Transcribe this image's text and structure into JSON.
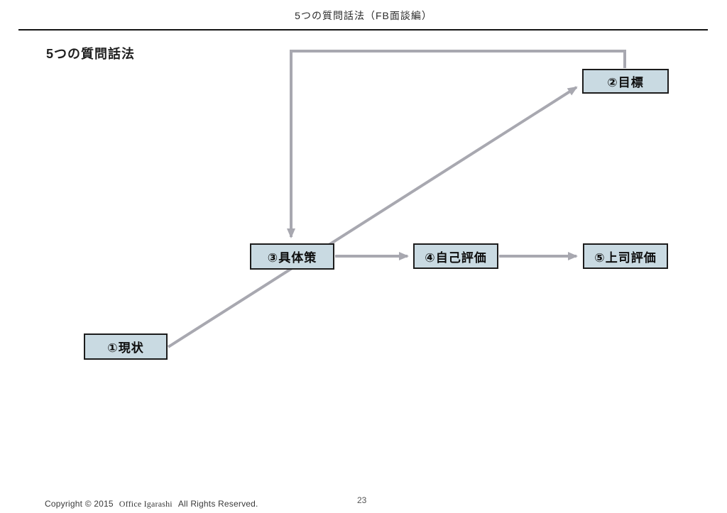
{
  "header": {
    "title": "5つの質問話法（FB面談編）"
  },
  "heading": "5つの質問話法",
  "diagram": {
    "type": "flow",
    "nodes": [
      {
        "id": "genjo",
        "label": "①現状"
      },
      {
        "id": "mokuhyo",
        "label": "②目標"
      },
      {
        "id": "gutaisaku",
        "label": "③具体策"
      },
      {
        "id": "jiko",
        "label": "④自己評価"
      },
      {
        "id": "joshi",
        "label": "⑤上司評価"
      }
    ],
    "edges": [
      {
        "from": "genjo",
        "to": "mokuhyo",
        "style": "straight-diagonal-arrow",
        "note": "passes behind ③具体策"
      },
      {
        "from": "gutaisaku",
        "to": "jiko",
        "style": "straight-arrow"
      },
      {
        "from": "jiko",
        "to": "joshi",
        "style": "straight-arrow"
      },
      {
        "from": "mokuhyo",
        "to": "gutaisaku",
        "style": "elbow-arrow-up-left-down"
      }
    ],
    "colors": {
      "node_fill": "#c9dae2",
      "node_border": "#1c1c1c",
      "arrow": "#a8a8b0",
      "rule": "#141414"
    }
  },
  "footer": {
    "copyright_prefix": "Copyright © 2015",
    "copyright_org": "Office Igarashi",
    "copyright_suffix": "All Rights Reserved.",
    "page_number": "23"
  }
}
